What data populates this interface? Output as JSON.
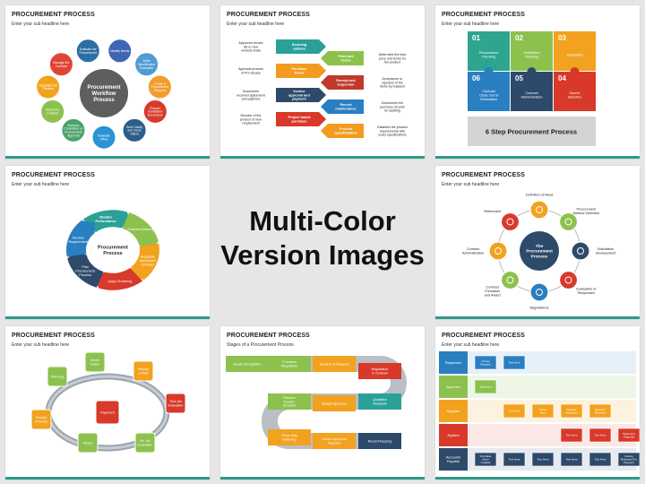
{
  "headline": {
    "line1": "Multi-Color",
    "line2": "Version Images"
  },
  "cards": [
    {
      "title": "PROCUREMENT PROCESS",
      "subtitle": "Enter your sub headline here",
      "center": [
        "Procurement",
        "Workflow",
        "Process"
      ],
      "nodes": [
        {
          "label": [
            "Identify Needs"
          ],
          "color": "#3f66b3"
        },
        {
          "label": [
            "Write",
            "Specification",
            "Examples"
          ],
          "color": "#4f9bd4"
        },
        {
          "label": [
            "Create a",
            "Procurement",
            "Request"
          ],
          "color": "#f39c2b"
        },
        {
          "label": [
            "Prepare",
            "Solicitation",
            "Documents"
          ],
          "color": "#d8392b"
        },
        {
          "label": [
            "Seek Clarify",
            "and Close",
            "Offers"
          ],
          "color": "#2d5d8b"
        },
        {
          "label": [
            "Evaluate",
            "Offers"
          ],
          "color": "#2a93d5"
        },
        {
          "label": [
            "Advisory",
            "Committee on",
            "Procurement",
            "Approval"
          ],
          "color": "#4aa36a"
        },
        {
          "label": [
            "Award the",
            "Contract"
          ],
          "color": "#8dc14e"
        },
        {
          "label": [
            "Negotiate the",
            "Contract"
          ],
          "color": "#f2a21f"
        },
        {
          "label": [
            "Manage the",
            "Contract"
          ],
          "color": "#e04436"
        },
        {
          "label": [
            "Evaluate the",
            "Procurement"
          ],
          "color": "#2d6ea5"
        }
      ]
    },
    {
      "title": "PROCUREMENT PROCESS",
      "subtitle": "Enter your sub headline here",
      "left_notes": [
        [
          "Approved vendor",
          "list or new",
          "vendors invite"
        ],
        [
          "Approval process",
          "of PO release"
        ],
        [
          "Documents",
          "received agreement",
          "and payment"
        ],
        [
          "Reorder of the",
          "product or new",
          "requirement"
        ]
      ],
      "right_notes": [
        [
          "Determine the best",
          "price and terms for",
          "the product"
        ],
        [
          "Acceptance or",
          "rejection of the",
          "items by recipient"
        ],
        [
          "Documents the",
          "purchase records",
          "for auditing"
        ],
        [
          "Establish the product",
          "requirements with",
          "exact specifications"
        ]
      ],
      "left_steps": [
        {
          "label": [
            "Sourcing",
            "options"
          ],
          "color": "#2aa198"
        },
        {
          "label": [
            "Purchase",
            "Terms"
          ],
          "color": "#f29b1f"
        },
        {
          "label": [
            "Invoice",
            "approval and",
            "payment"
          ],
          "color": "#2e4a6b"
        },
        {
          "label": [
            "Project based",
            "purchase"
          ],
          "color": "#d8392b"
        }
      ],
      "right_steps": [
        {
          "label": [
            "Price and",
            "Terms"
          ],
          "color": "#8dc14e"
        },
        {
          "label": [
            "Receipt and",
            "Inspection"
          ],
          "color": "#c0392b"
        },
        {
          "label": [
            "Record",
            "maintenance"
          ],
          "color": "#2a7fc1"
        },
        {
          "label": [
            "Product",
            "specifications"
          ],
          "color": "#f29b1f"
        }
      ]
    },
    {
      "title": "PROCUREMENT PROCESS",
      "subtitle": "Enter your sub headline here",
      "caption": "6 Step Procurement Process",
      "pieces": [
        {
          "num": "01",
          "label": [
            "Procurement",
            "Planning"
          ],
          "color": "#2ea58e"
        },
        {
          "num": "02",
          "label": [
            "Solicitation",
            "Planning"
          ],
          "color": "#8dc14e"
        },
        {
          "num": "03",
          "label": [
            "Solicitation"
          ],
          "color": "#f2a21f"
        },
        {
          "num": "04",
          "label": [
            "Source",
            "Selection"
          ],
          "color": "#d8392b"
        },
        {
          "num": "05",
          "label": [
            "Contract",
            "Administration"
          ],
          "color": "#2e4a6b"
        },
        {
          "num": "06",
          "label": [
            "Contract",
            "Close Out of",
            "Termination"
          ],
          "color": "#2a7fc1"
        }
      ]
    },
    {
      "title": "PROCUREMENT PROCESS",
      "subtitle": "Enter your sub headline here",
      "center": [
        "Procurement",
        "Process"
      ],
      "steps": [
        {
          "label": [
            "Monitor",
            "Performance"
          ],
          "color": "#2aa198"
        },
        {
          "label": [
            "Contract Delivery"
          ],
          "color": "#8dc14e"
        },
        {
          "label": [
            "Negotiate",
            "and Award",
            "Contract"
          ],
          "color": "#f2a21f"
        },
        {
          "label": [
            "Apply Tendering"
          ],
          "color": "#d8392b"
        },
        {
          "label": [
            "Plan",
            "Procurement",
            "Process"
          ],
          "color": "#2e4a6b"
        },
        {
          "label": [
            "Review",
            "Requirement"
          ],
          "color": "#2a7fc1"
        }
      ]
    },
    {
      "title": "PROCUREMENT PROCESS",
      "subtitle": "Enter your sub headline here",
      "center": [
        "The",
        "Procurement",
        "Process"
      ],
      "nodes": [
        {
          "label": [
            "Definition of Need"
          ],
          "color": "#f2a21f"
        },
        {
          "label": [
            "Procurement",
            "Method Selection"
          ],
          "color": "#8dc14e"
        },
        {
          "label": [
            "Solicitation",
            "Development"
          ],
          "color": "#2e4a6b"
        },
        {
          "label": [
            "Evaluation of",
            "Responses"
          ],
          "color": "#d8392b"
        },
        {
          "label": [
            "Negotiations"
          ],
          "color": "#2a7fc1"
        },
        {
          "label": [
            "Contract",
            "Formation",
            "and Award"
          ],
          "color": "#8dc14e"
        },
        {
          "label": [
            "Contract",
            "Administration"
          ],
          "color": "#f2a21f"
        },
        {
          "label": [
            "Retirement"
          ],
          "color": "#d8392b"
        }
      ]
    },
    {
      "title": "PROCUREMENT PROCESS",
      "subtitle": "Enter your sub headline here",
      "center": "Payment",
      "nodes": [
        {
          "label": [
            "Tender",
            "Notice"
          ],
          "color": "#8dc14e"
        },
        {
          "label": [
            "Receipt",
            "of Bids"
          ],
          "color": "#f2a21f"
        },
        {
          "label": [
            "Tech bid",
            "Evaluation"
          ],
          "color": "#d8392b"
        },
        {
          "label": [
            "Fin. bid",
            "Evaluation"
          ],
          "color": "#8dc14e"
        },
        {
          "label": [
            "Award"
          ],
          "color": "#8dc14e"
        },
        {
          "label": [
            "Receipt",
            "of Goods"
          ],
          "color": "#f2a21f"
        },
        {
          "label": [
            "Planning"
          ],
          "color": "#8dc14e"
        }
      ]
    },
    {
      "title": "PROCUREMENT PROCESS",
      "subtitle": "Stages of a Procurement Process",
      "stages": [
        {
          "label": [
            "Needs Recognition"
          ],
          "color": "#8dc14e"
        },
        {
          "label": [
            "Purchase",
            "Requisition"
          ],
          "color": "#8dc14e"
        },
        {
          "label": [
            "Receive of Request"
          ],
          "color": "#f2a21f"
        },
        {
          "label": [
            "Negotiation",
            "& Contract"
          ],
          "color": "#d8392b"
        },
        {
          "label": [
            "Quotation",
            "Requests"
          ],
          "color": "#2aa198"
        },
        {
          "label": [
            "Budget Approval"
          ],
          "color": "#f2a21f"
        },
        {
          "label": [
            "Receive",
            "Goods /",
            "Services"
          ],
          "color": "#8dc14e"
        },
        {
          "label": [
            "Three-Way",
            "Matching"
          ],
          "color": "#f2a21f"
        },
        {
          "label": [
            "Invoice Approval",
            "Payment"
          ],
          "color": "#f2a21f"
        },
        {
          "label": [
            "Record Keeping"
          ],
          "color": "#2e4a6b"
        }
      ]
    },
    {
      "title": "PROCUREMENT PROCESS",
      "subtitle": "Enter your sub headline here",
      "lanes": [
        {
          "name": "Requestor",
          "color": "#2a7fc1",
          "band": "#e6f0f8"
        },
        {
          "name": "Approver",
          "color": "#8dc14e",
          "band": "#eef6e6"
        },
        {
          "name": "Supplier",
          "color": "#f2a21f",
          "band": "#fdf2e0"
        },
        {
          "name": "System",
          "color": "#d8392b",
          "band": "#fbe7e5"
        },
        {
          "name": "Accounts Payable",
          "color": "#2e4a6b",
          "band": "#e6e9ee"
        }
      ],
      "boxes": [
        {
          "lane": 0,
          "col": 0,
          "label": [
            "Create",
            "Request"
          ]
        },
        {
          "lane": 0,
          "col": 1,
          "label": [
            "Text Here"
          ]
        },
        {
          "lane": 1,
          "col": 0,
          "label": [
            "Approved"
          ]
        },
        {
          "lane": 2,
          "col": 1,
          "label": [
            "Text Here"
          ]
        },
        {
          "lane": 2,
          "col": 2,
          "label": [
            "Invoice",
            "Sent"
          ]
        },
        {
          "lane": 2,
          "col": 3,
          "label": [
            "Supplier",
            "Statement"
          ]
        },
        {
          "lane": 2,
          "col": 4,
          "label": [
            "Payment",
            "Received"
          ]
        },
        {
          "lane": 3,
          "col": 3,
          "label": [
            "Text Here"
          ]
        },
        {
          "lane": 3,
          "col": 4,
          "label": [
            "Text Here"
          ]
        },
        {
          "lane": 3,
          "col": 5,
          "label": [
            "Statement",
            "Prepared"
          ]
        },
        {
          "lane": 4,
          "col": 0,
          "label": [
            "Purchase",
            "Order",
            "Created"
          ]
        },
        {
          "lane": 4,
          "col": 1,
          "label": [
            "Text Here"
          ]
        },
        {
          "lane": 4,
          "col": 2,
          "label": [
            "Text Here"
          ]
        },
        {
          "lane": 4,
          "col": 3,
          "label": [
            "Text Here"
          ]
        },
        {
          "lane": 4,
          "col": 4,
          "label": [
            "Text Here"
          ]
        },
        {
          "lane": 4,
          "col": 5,
          "label": [
            "Invoice",
            "Released For",
            "Payment"
          ]
        }
      ]
    }
  ]
}
